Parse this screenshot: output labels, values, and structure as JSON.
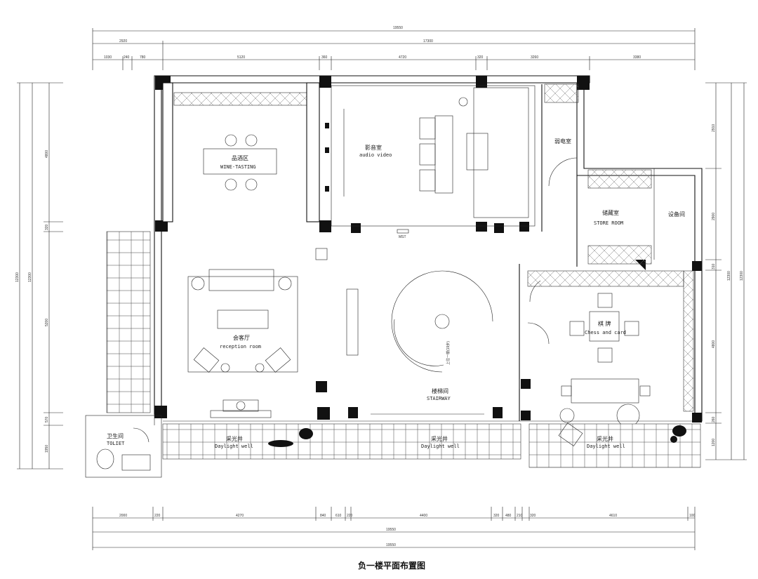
{
  "title": "负一楼平面布置图",
  "dimensions": {
    "top_overall": "19550",
    "top_sub": "17300",
    "top_left": "2920",
    "top_left_parts": [
      "1030",
      "240",
      "780"
    ],
    "top_segments": [
      "5120",
      "360",
      "4720",
      "320",
      "3260",
      "3380"
    ],
    "bottom_overall_a": "19550",
    "bottom_overall_b": "19550",
    "bottom_segments": [
      "2000",
      "220",
      "4270",
      "840",
      "610",
      "220",
      "4400",
      "320",
      "480",
      "210",
      "320",
      "4610",
      "100"
    ],
    "left_overall_a": "12300",
    "left_overall_b": "12300",
    "left_segments": [
      "4800",
      "320",
      "5200",
      "570",
      "1950"
    ],
    "right_overall_a": "12300",
    "right_overall_b": "12300",
    "right_segments": [
      "2910",
      "2900",
      "310",
      "4800",
      "260",
      "1200"
    ]
  },
  "rooms": {
    "wine": {
      "cn": "品酒区",
      "en": "WINE-TASTING"
    },
    "av": {
      "cn": "影音室",
      "en": "audio video"
    },
    "weak": {
      "cn": "弱电室"
    },
    "store": {
      "cn": "储藏室",
      "en": "STORE ROOM"
    },
    "equip": {
      "cn": "设备间"
    },
    "reception": {
      "cn": "会客厅",
      "en": "reception room"
    },
    "chess": {
      "cn": "棋 牌",
      "en": "Chess and card"
    },
    "stair": {
      "cn": "楼梯间",
      "en": "STAIRWAY"
    },
    "stair_note": {
      "cn": "上往一楼(19步)"
    },
    "toilet": {
      "cn": "卫生间",
      "en": "TOLIET"
    },
    "daylight1": {
      "cn": "采光井",
      "en": "Daylight well"
    },
    "daylight2": {
      "cn": "采光井",
      "en": "Daylight well"
    },
    "daylight3": {
      "cn": "采光井",
      "en": "Daylight well"
    },
    "mst": {
      "en": "MST"
    }
  }
}
